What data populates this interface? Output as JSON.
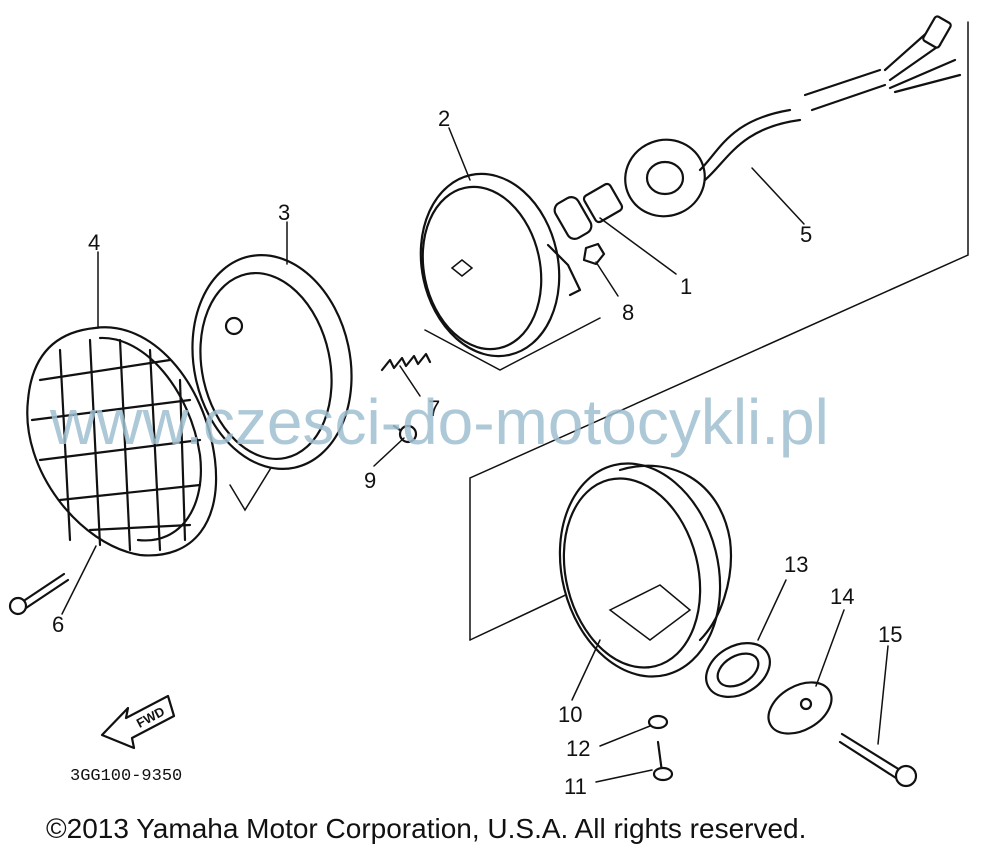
{
  "diagram": {
    "callouts": {
      "c1": "1",
      "c2": "2",
      "c3": "3",
      "c4": "4",
      "c5": "5",
      "c6": "6",
      "c7": "7",
      "c8": "8",
      "c9": "9",
      "c10": "10",
      "c11": "11",
      "c12": "12",
      "c13": "13",
      "c14": "14",
      "c15": "15"
    },
    "fwd_label": "FWD",
    "part_code": "3GG100-9350",
    "watermark": "www.czesci-do-motocykli.pl",
    "copyright": "©2013 Yamaha Motor Corporation, U.S.A. All rights reserved."
  },
  "colors": {
    "line": "#111111",
    "watermark": "#9fbfd0",
    "background": "#ffffff"
  }
}
